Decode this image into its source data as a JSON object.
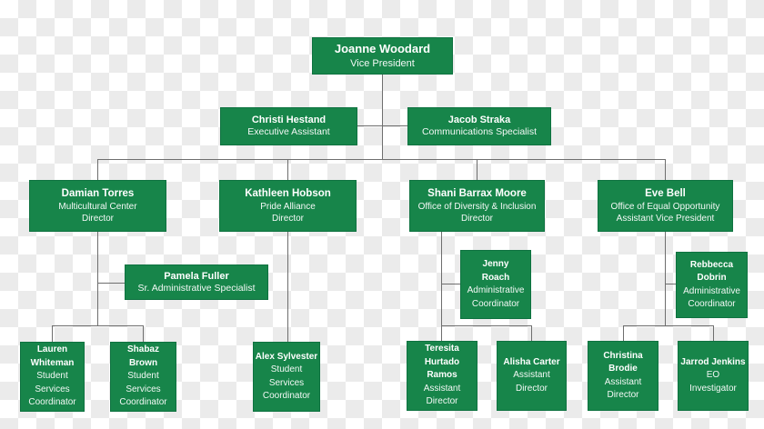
{
  "chart": {
    "type": "org-chart",
    "box_color": "#17854A",
    "box_border_color": "#0E7240",
    "text_color": "#FFFFFF",
    "connector_color": "#6E6E6E",
    "background_checker_colors": [
      "#FFFFFF",
      "#EBEBEB"
    ]
  },
  "nodes": {
    "joanne": {
      "name": "Joanne Woodard",
      "title": "Vice President",
      "reports_to": null
    },
    "christi": {
      "name": "Christi Hestand",
      "title": "Executive Assistant",
      "reports_to": "Joanne Woodard"
    },
    "jacob": {
      "name": "Jacob Straka",
      "title": "Communications Specialist",
      "reports_to": "Joanne Woodard"
    },
    "damian": {
      "name": "Damian Torres",
      "title": "Multicultural Center\nDirector",
      "reports_to": "Joanne Woodard"
    },
    "kathleen": {
      "name": "Kathleen Hobson",
      "title": "Pride Alliance\nDirector",
      "reports_to": "Joanne Woodard"
    },
    "shani": {
      "name": "Shani Barrax Moore",
      "title": "Office of Diversity & Inclusion\nDirector",
      "reports_to": "Joanne Woodard"
    },
    "eve": {
      "name": "Eve Bell",
      "title": "Office of Equal Opportunity\nAssistant Vice President",
      "reports_to": "Joanne Woodard"
    },
    "pamela": {
      "name": "Pamela Fuller",
      "title": "Sr. Administrative Specialist",
      "reports_to": "Damian Torres"
    },
    "jenny": {
      "name": "Jenny\nRoach",
      "title": "Administrative\nCoordinator",
      "reports_to": "Shani Barrax Moore"
    },
    "rebbecca": {
      "name": "Rebbecca\nDobrin",
      "title": "Administrative\nCoordinator",
      "reports_to": "Eve Bell"
    },
    "lauren": {
      "name": "Lauren\nWhiteman",
      "title": "Student\nServices\nCoordinator",
      "reports_to": "Damian Torres"
    },
    "shabaz": {
      "name": "Shabaz\nBrown",
      "title": "Student\nServices\nCoordinator",
      "reports_to": "Damian Torres"
    },
    "alex": {
      "name": "Alex Sylvester",
      "title": "Student\nServices\nCoordinator",
      "reports_to": "Kathleen Hobson"
    },
    "teresita": {
      "name": "Teresita\nHurtado\nRamos",
      "title": "Assistant\nDirector",
      "reports_to": "Shani Barrax Moore"
    },
    "alisha": {
      "name": "Alisha Carter",
      "title": "Assistant\nDirector",
      "reports_to": "Shani Barrax Moore"
    },
    "christina": {
      "name": "Christina\nBrodie",
      "title": "Assistant\nDirector",
      "reports_to": "Eve Bell"
    },
    "jarrod": {
      "name": "Jarrod Jenkins",
      "title": "EO\nInvestigator",
      "reports_to": "Eve Bell"
    }
  }
}
